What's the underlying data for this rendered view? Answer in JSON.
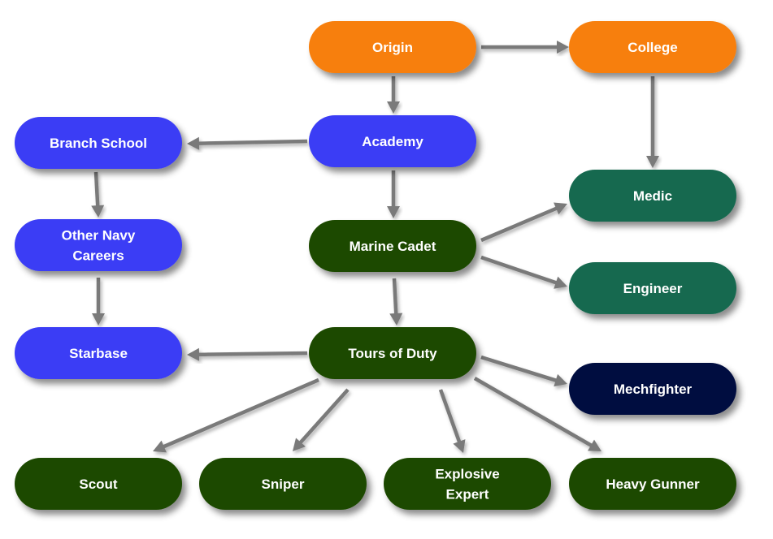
{
  "colors": {
    "orange": "#f77f0c",
    "blue": "#3a3cf5",
    "teal": "#17694f",
    "dark_green": "#1f4a04",
    "navy": "#060b3f",
    "arrow": "#7a7a7a"
  },
  "nodes": [
    {
      "id": "origin",
      "lines": [
        "Origin"
      ],
      "color": "orange"
    },
    {
      "id": "college",
      "lines": [
        "College"
      ],
      "color": "orange"
    },
    {
      "id": "academy",
      "lines": [
        "Academy"
      ],
      "color": "blue"
    },
    {
      "id": "branch-school",
      "lines": [
        "Branch School"
      ],
      "color": "blue"
    },
    {
      "id": "other-navy-careers",
      "lines": [
        "Other Navy",
        "Careers"
      ],
      "color": "blue"
    },
    {
      "id": "starbase",
      "lines": [
        "Starbase"
      ],
      "color": "blue"
    },
    {
      "id": "medic",
      "lines": [
        "Medic"
      ],
      "color": "teal"
    },
    {
      "id": "engineer",
      "lines": [
        "Engineer"
      ],
      "color": "teal"
    },
    {
      "id": "marine-cadet",
      "lines": [
        "Marine Cadet"
      ],
      "color": "dark_green"
    },
    {
      "id": "tours-of-duty",
      "lines": [
        "Tours of Duty"
      ],
      "color": "dark_green"
    },
    {
      "id": "mechfighter",
      "lines": [
        "Mechfighter"
      ],
      "color": "navy"
    },
    {
      "id": "scout",
      "lines": [
        "Scout"
      ],
      "color": "dark_green"
    },
    {
      "id": "sniper",
      "lines": [
        "Sniper"
      ],
      "color": "dark_green"
    },
    {
      "id": "explosive-expert",
      "lines": [
        "Explosive",
        "Expert"
      ],
      "color": "dark_green"
    },
    {
      "id": "heavy-gunner",
      "lines": [
        "Heavy Gunner"
      ],
      "color": "dark_green"
    }
  ],
  "edges": [
    {
      "from": "origin",
      "to": "college"
    },
    {
      "from": "origin",
      "to": "academy"
    },
    {
      "from": "college",
      "to": "medic"
    },
    {
      "from": "academy",
      "to": "branch-school"
    },
    {
      "from": "academy",
      "to": "marine-cadet"
    },
    {
      "from": "branch-school",
      "to": "other-navy-careers"
    },
    {
      "from": "other-navy-careers",
      "to": "starbase"
    },
    {
      "from": "marine-cadet",
      "to": "medic"
    },
    {
      "from": "marine-cadet",
      "to": "engineer"
    },
    {
      "from": "marine-cadet",
      "to": "tours-of-duty"
    },
    {
      "from": "tours-of-duty",
      "to": "starbase"
    },
    {
      "from": "tours-of-duty",
      "to": "mechfighter"
    },
    {
      "from": "tours-of-duty",
      "to": "scout"
    },
    {
      "from": "tours-of-duty",
      "to": "sniper"
    },
    {
      "from": "tours-of-duty",
      "to": "explosive-expert"
    },
    {
      "from": "tours-of-duty",
      "to": "heavy-gunner"
    }
  ]
}
